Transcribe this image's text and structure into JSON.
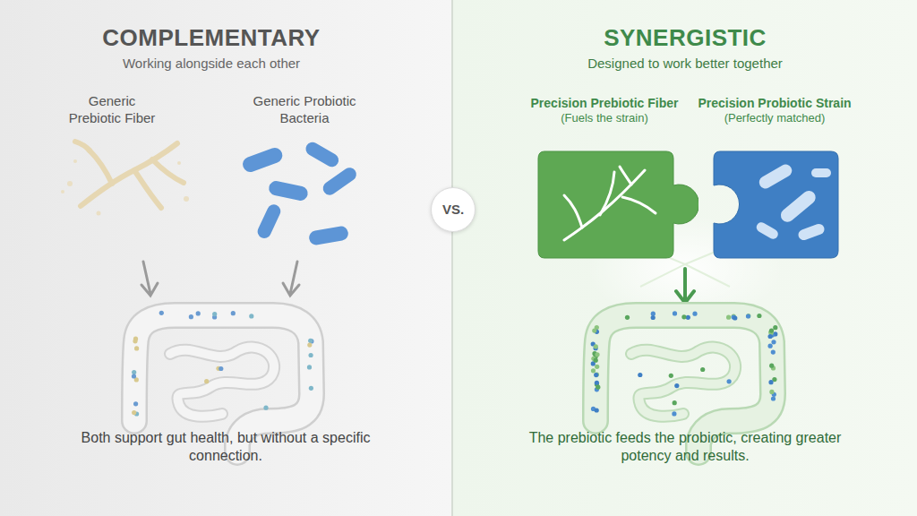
{
  "diagram": {
    "nodes": [
      {
        "text": [
          "COMPLEMENTARY",
          "Working alongside each other",
          "Both support gut health, but without a specific connection."
        ]
      },
      {
        "text": [
          "VS."
        ]
      },
      {
        "text": [
          "SYNERGISTIC",
          "Designed to work better together",
          "The prebiotic feeds the probiotic, creating greater potency and results."
        ]
      },
      {
        "text": [
          "Precision Prebiotic Fiber",
          "(Fuels the strain)"
        ],
        "in": 2
      },
      {
        "text": [
          "Precision Probiotic Strain",
          "(Perfectly matched)"
        ],
        "in": 2
      }
    ],
    "labels": [
      "Generic Prebiotic Fiber",
      "Generic Probiotic Bacteria"
    ]
  }
}
